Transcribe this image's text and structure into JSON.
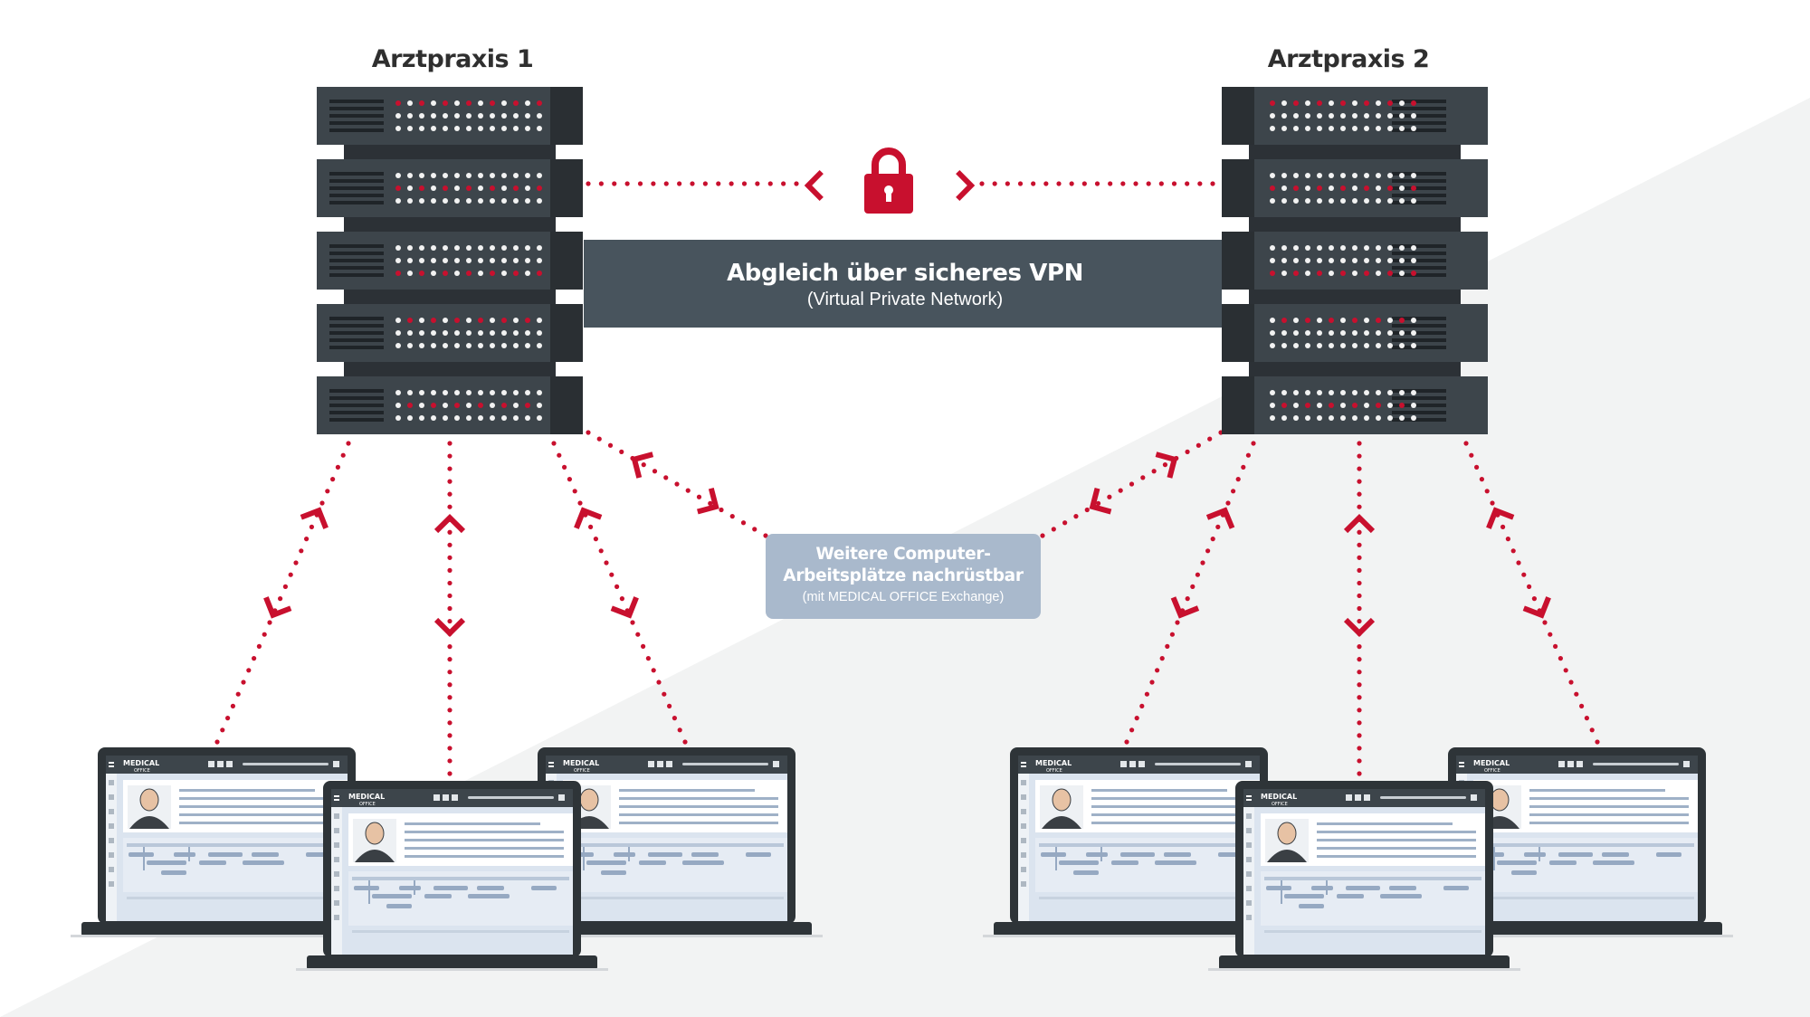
{
  "practices": [
    {
      "title": "Arztpraxis 1"
    },
    {
      "title": "Arztpraxis 2"
    }
  ],
  "vpn": {
    "title": "Abgleich über sicheres VPN",
    "subtitle": "(Virtual Private Network)",
    "icon": "lock-icon"
  },
  "note": {
    "line1": "Weitere Computer-",
    "line2": "Arbeitsplätze nachrüstbar",
    "line3": "(mit MEDICAL OFFICE Exchange)"
  },
  "laptop_brand": {
    "line1": "MEDICAL",
    "line2": "OFFICE"
  },
  "colors": {
    "accent_red": "#c8102e",
    "server_dark": "#3d454b",
    "vpn_bar": "#48545d",
    "note_box": "#a9b9cc",
    "background_shade": "#f2f3f3",
    "screen_bg": "#dbe4ef"
  }
}
